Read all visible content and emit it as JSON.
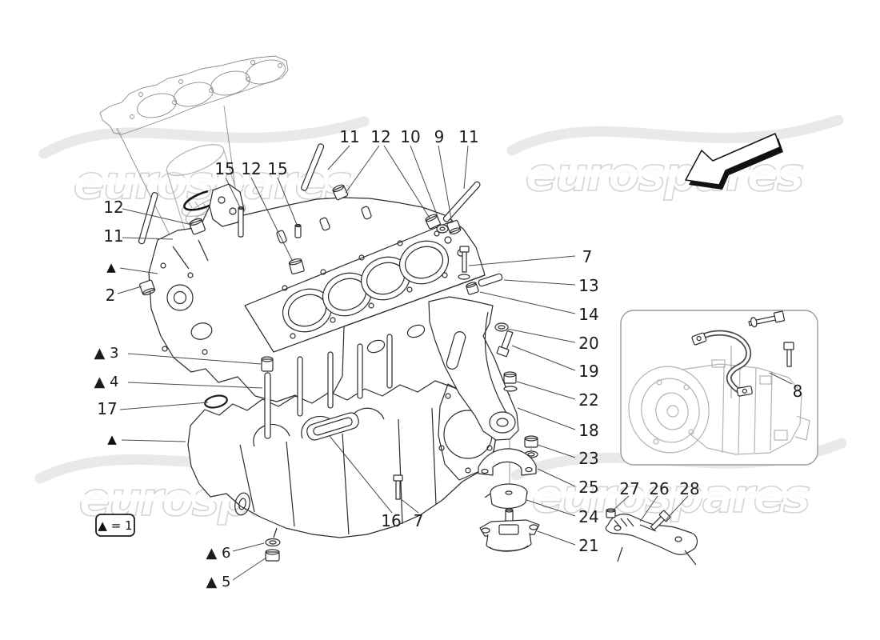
{
  "watermark": {
    "text": "eurospares"
  },
  "legend": {
    "label": "▲ = 1"
  },
  "callouts": {
    "top_row": [
      "11",
      "12",
      "10",
      "9",
      "11"
    ],
    "deck_row": [
      "15",
      "12",
      "15"
    ],
    "left": {
      "c12": "12",
      "c11": "11",
      "tri": "▲",
      "c2": "2"
    },
    "left_lower": {
      "tri3": "▲ 3",
      "tri4": "▲ 4",
      "c17": "17",
      "tri": "▲"
    },
    "bottom": {
      "tri6": "▲ 6",
      "tri5": "▲ 5",
      "c16": "16",
      "c7": "7"
    },
    "right_column": [
      "7",
      "13",
      "14",
      "20",
      "19",
      "22",
      "18",
      "23",
      "25",
      "24",
      "21"
    ],
    "bottom_right": [
      "27",
      "26",
      "28"
    ],
    "inset": "8"
  },
  "colors": {
    "background": "#ffffff",
    "line_art": "#2b2b2b",
    "light_part": "#b3b3b3",
    "watermark": "#d4d4d4"
  }
}
